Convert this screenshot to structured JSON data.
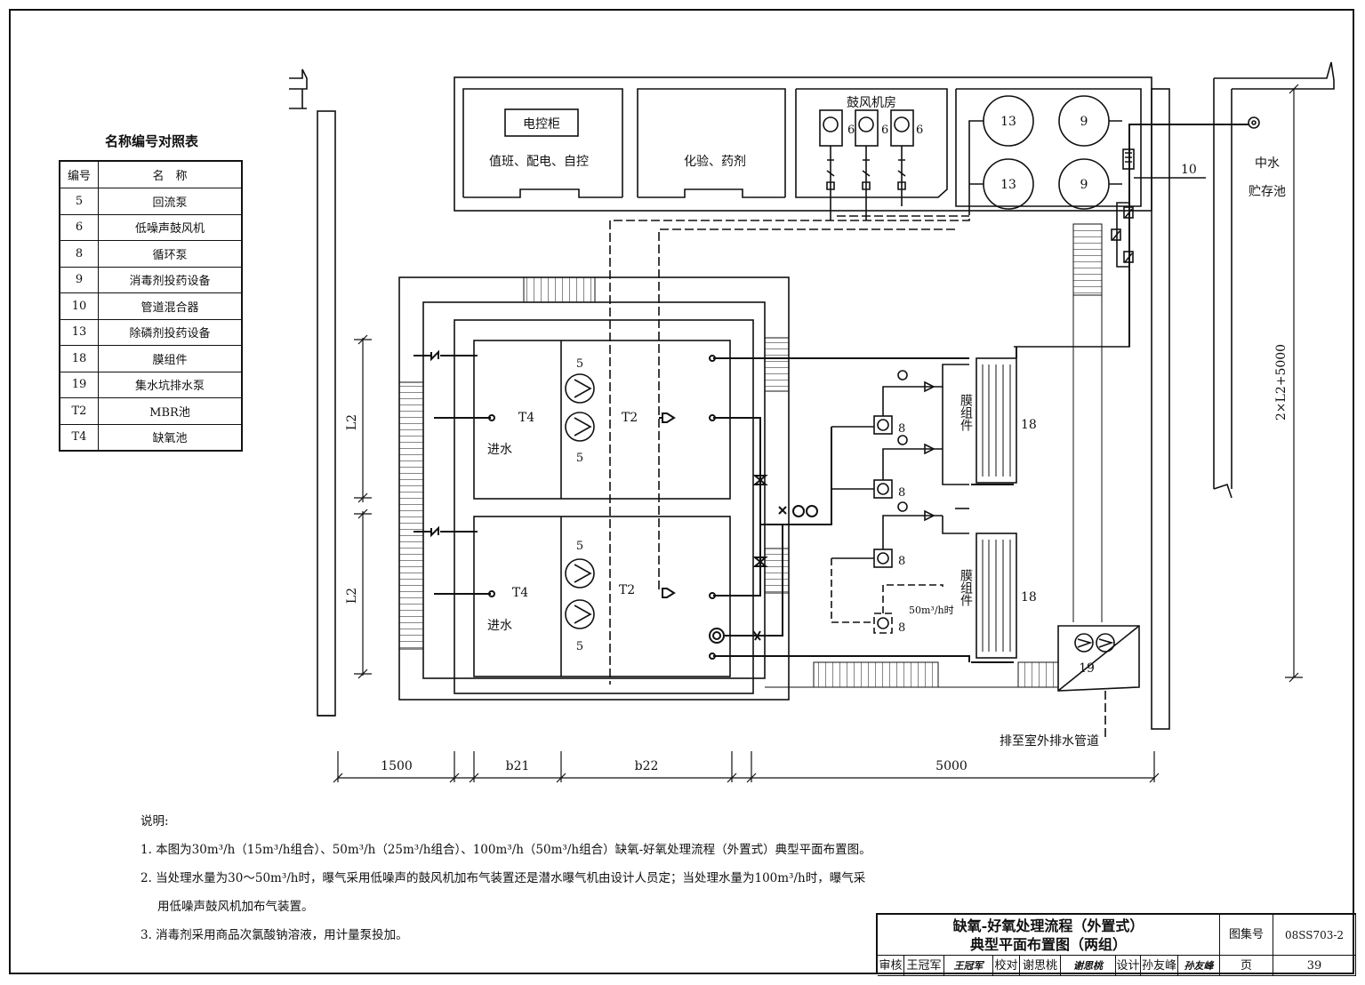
{
  "legend": {
    "title": "名称编号对照表",
    "headers": [
      "编号",
      "名　称"
    ],
    "rows": [
      {
        "no": "5",
        "name": "回流泵"
      },
      {
        "no": "6",
        "name": "低噪声鼓风机"
      },
      {
        "no": "8",
        "name": "循环泵"
      },
      {
        "no": "9",
        "name": "消毒剂投药设备"
      },
      {
        "no": "10",
        "name": "管道混合器"
      },
      {
        "no": "13",
        "name": "除磷剂投药设备"
      },
      {
        "no": "18",
        "name": "膜组件"
      },
      {
        "no": "19",
        "name": "集水坑排水泵"
      },
      {
        "no": "T2",
        "name": "MBR池"
      },
      {
        "no": "T4",
        "name": "缺氧池"
      }
    ]
  },
  "rooms": {
    "control_cabinet": "电控柜",
    "duty_room": "值班、配电、自控",
    "lab_room": "化验、药剂",
    "blower_room": "鼓风机房",
    "storage_tank_line1": "中水",
    "storage_tank_line2": "贮存池"
  },
  "tags": {
    "blower": "6",
    "phos_dosing": "13",
    "disinfect_dosing": "9",
    "mixer": "10",
    "return_pump": "5",
    "circ_pump": "8",
    "membrane": "18",
    "sump_pump": "19",
    "tank_t4": "T4",
    "tank_t2": "T2",
    "inlet": "进水",
    "membrane_label": "膜组件",
    "pump_note": "50m³/h时",
    "discharge": "排至室外排水管道"
  },
  "dimensions": {
    "d1": "1500",
    "d2": "b21",
    "d3": "b22",
    "d4": "5000",
    "tank_length": "L2",
    "total_length": "2×L2+5000"
  },
  "notes": {
    "heading": "说明:",
    "items": [
      "1. 本图为30m³/h（15m³/h组合）、50m³/h（25m³/h组合）、100m³/h（50m³/h组合）缺氧-好氧处理流程（外置式）典型平面布置图。",
      "2. 当处理水量为30～50m³/h时，曝气采用低噪声的鼓风机加布气装置还是潜水曝气机由设计人员定；当处理水量为100m³/h时，曝气采",
      "用低噪声鼓风机加布气装置。",
      "3. 消毒剂采用商品次氯酸钠溶液，用计量泵投加。"
    ]
  },
  "title_block": {
    "title_line1": "缺氧-好氧处理流程（外置式）",
    "title_line2": "典型平面布置图（两组）",
    "atlas_label": "图集号",
    "atlas_no": "08SS703-2",
    "review_label": "审核",
    "reviewer": "王冠军",
    "reviewer_sig": "王冠军",
    "check_label": "校对",
    "checker": "谢思桃",
    "checker_sig": "谢思桃",
    "design_label": "设计",
    "designer": "孙友峰",
    "designer_sig": "孙友峰",
    "page_label": "页",
    "page_no": "39"
  }
}
